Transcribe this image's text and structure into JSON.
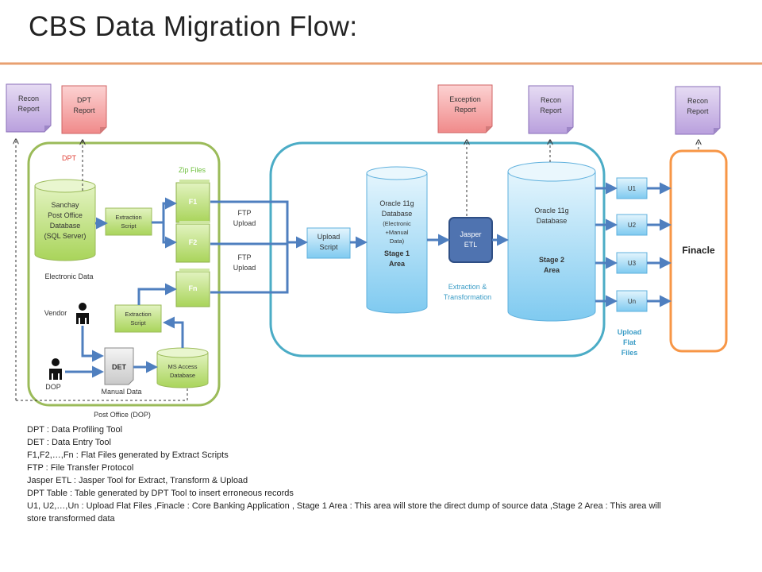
{
  "title": "CBS Data Migration Flow:",
  "reports": {
    "recon_1": [
      "Recon",
      "Report"
    ],
    "dpt": [
      "DPT",
      "Report"
    ],
    "exception": [
      "Exception",
      "Report"
    ],
    "recon_2": [
      "Recon",
      "Report"
    ],
    "recon_3": [
      "Recon",
      "Report"
    ]
  },
  "post_office": {
    "dpt_label": "DPT",
    "zip_files_label": "Zip Files",
    "sanchay_db": [
      "Sanchay",
      "Post Office",
      "Database",
      "(SQL Server)"
    ],
    "electronic_data": "Electronic Data",
    "extraction_script_1": [
      "Extraction",
      "Script"
    ],
    "extraction_script_2": [
      "Extraction",
      "Script"
    ],
    "files": [
      "F1",
      "F2",
      "Fn"
    ],
    "vendor": "Vendor",
    "dop": "DOP",
    "det": "DET",
    "ms_access": [
      "MS Access",
      "Database"
    ],
    "manual_data": "Manual Data",
    "caption": "Post Office (DOP)"
  },
  "ftp_upload": [
    "FTP",
    "Upload"
  ],
  "ftp_upload_2": [
    "FTP",
    "Upload"
  ],
  "upload_script": [
    "Upload",
    "Script"
  ],
  "stage1_db": {
    "lines": [
      "Oracle 11g",
      "Database",
      "(Electronic",
      "+Manual",
      "Data)"
    ],
    "stage": [
      "Stage 1",
      "Area"
    ]
  },
  "jasper_etl": [
    "Jasper",
    "ETL"
  ],
  "extraction_transformation": [
    "Extraction &",
    "Transformation"
  ],
  "stage2_db": {
    "lines": [
      "Oracle 11g",
      "Database"
    ],
    "stage": [
      "Stage 2",
      "Area"
    ]
  },
  "upload_files": [
    "U1",
    "U2",
    "U3",
    "Un"
  ],
  "upload_flat_files": [
    "Upload",
    "Flat",
    "Files"
  ],
  "finacle": "Finacle",
  "legend": [
    "DPT : Data Profiling Tool",
    "DET : Data Entry Tool",
    "F1,F2,…,Fn  : Flat Files generated by Extract Scripts",
    "FTP : File Transfer Protocol",
    "Jasper ETL  : Jasper Tool for Extract, Transform & Upload",
    "DPT Table   : Table generated by DPT Tool to insert erroneous records",
    "U1, U2,…,Un : Upload Flat Files ,Finacle : Core Banking Application  , Stage 1 Area : This area will store the direct dump of source data ,Stage 2 Area : This area will store transformed data"
  ],
  "colors": {
    "orange_rule": "#e8a070",
    "green_container": "#9bbb59",
    "teal_container": "#4bacc6",
    "finacle_border": "#f79646",
    "report_purple": "#c9b5e3",
    "report_red": "#f4a3a3",
    "green_box": "#c6e48a",
    "blue_box": "#9fd4f2",
    "jasper": "#4f73b0",
    "arrow_blue": "#4f7fbf"
  }
}
